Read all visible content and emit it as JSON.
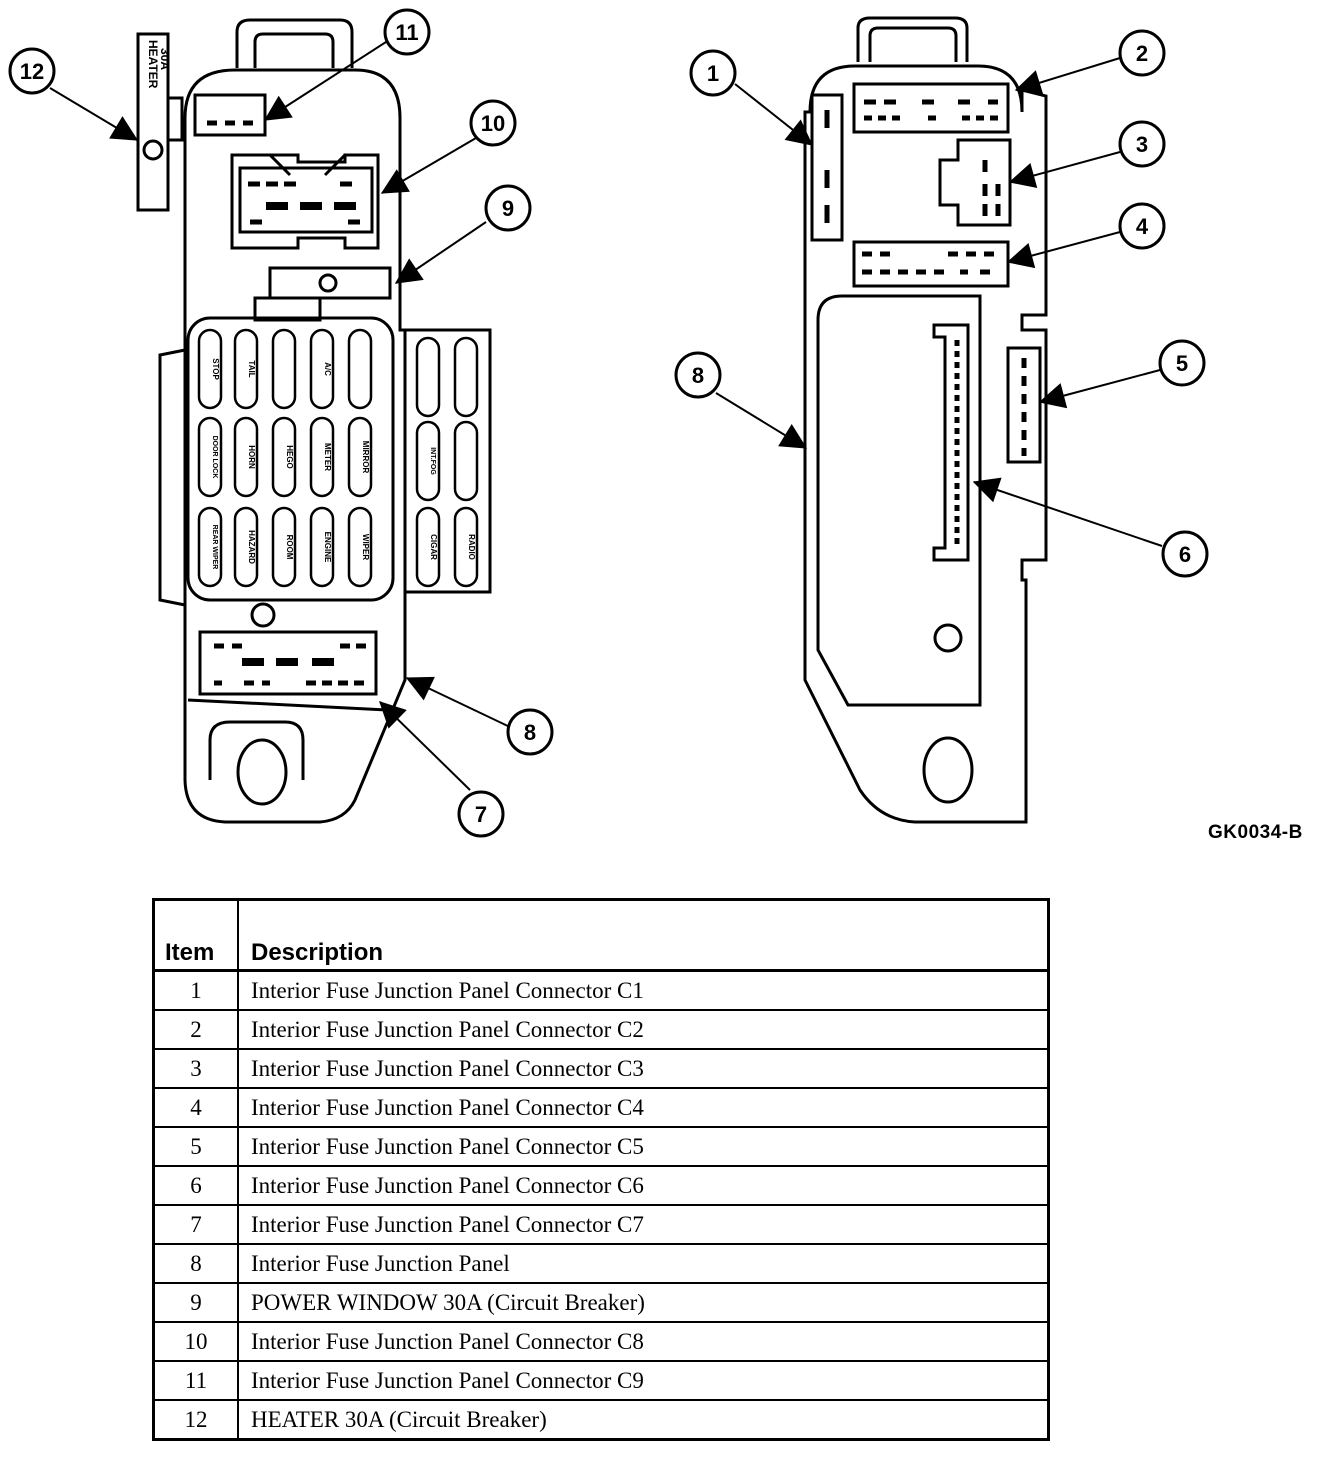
{
  "figure_id": "GK0034-B",
  "callouts": [
    "1",
    "2",
    "3",
    "4",
    "5",
    "6",
    "7",
    "8",
    "9",
    "10",
    "11",
    "12",
    "8"
  ],
  "fuse_labels": {
    "row1": [
      "STOP",
      "TAIL",
      "",
      "A/C",
      ""
    ],
    "row2": [
      "DOOR LOCK",
      "HORN",
      "HEGO",
      "METER",
      "MIRROR"
    ],
    "row3": [
      "REAR WIPER",
      "HAZARD",
      "ROOM",
      "ENGINE",
      "WIPER"
    ],
    "side": [
      "",
      "",
      "INT.FOG",
      "",
      "CIGAR",
      "RADIO"
    ]
  },
  "breaker_label": [
    "HEATER",
    "30A"
  ],
  "table": {
    "headers": {
      "item": "Item",
      "description": "Description"
    },
    "rows": [
      {
        "item": "1",
        "description": "Interior Fuse Junction Panel Connector C1"
      },
      {
        "item": "2",
        "description": "Interior Fuse Junction Panel Connector C2"
      },
      {
        "item": "3",
        "description": "Interior Fuse Junction Panel Connector C3"
      },
      {
        "item": "4",
        "description": "Interior Fuse Junction Panel Connector C4"
      },
      {
        "item": "5",
        "description": "Interior Fuse Junction Panel Connector C5"
      },
      {
        "item": "6",
        "description": "Interior Fuse Junction Panel Connector C6"
      },
      {
        "item": "7",
        "description": "Interior Fuse Junction Panel Connector C7"
      },
      {
        "item": "8",
        "description": "Interior Fuse Junction Panel"
      },
      {
        "item": "9",
        "description": "POWER WINDOW 30A (Circuit Breaker)"
      },
      {
        "item": "10",
        "description": "Interior Fuse Junction Panel Connector C8"
      },
      {
        "item": "11",
        "description": "Interior Fuse Junction Panel Connector C9"
      },
      {
        "item": "12",
        "description": "HEATER 30A (Circuit Breaker)"
      }
    ]
  }
}
